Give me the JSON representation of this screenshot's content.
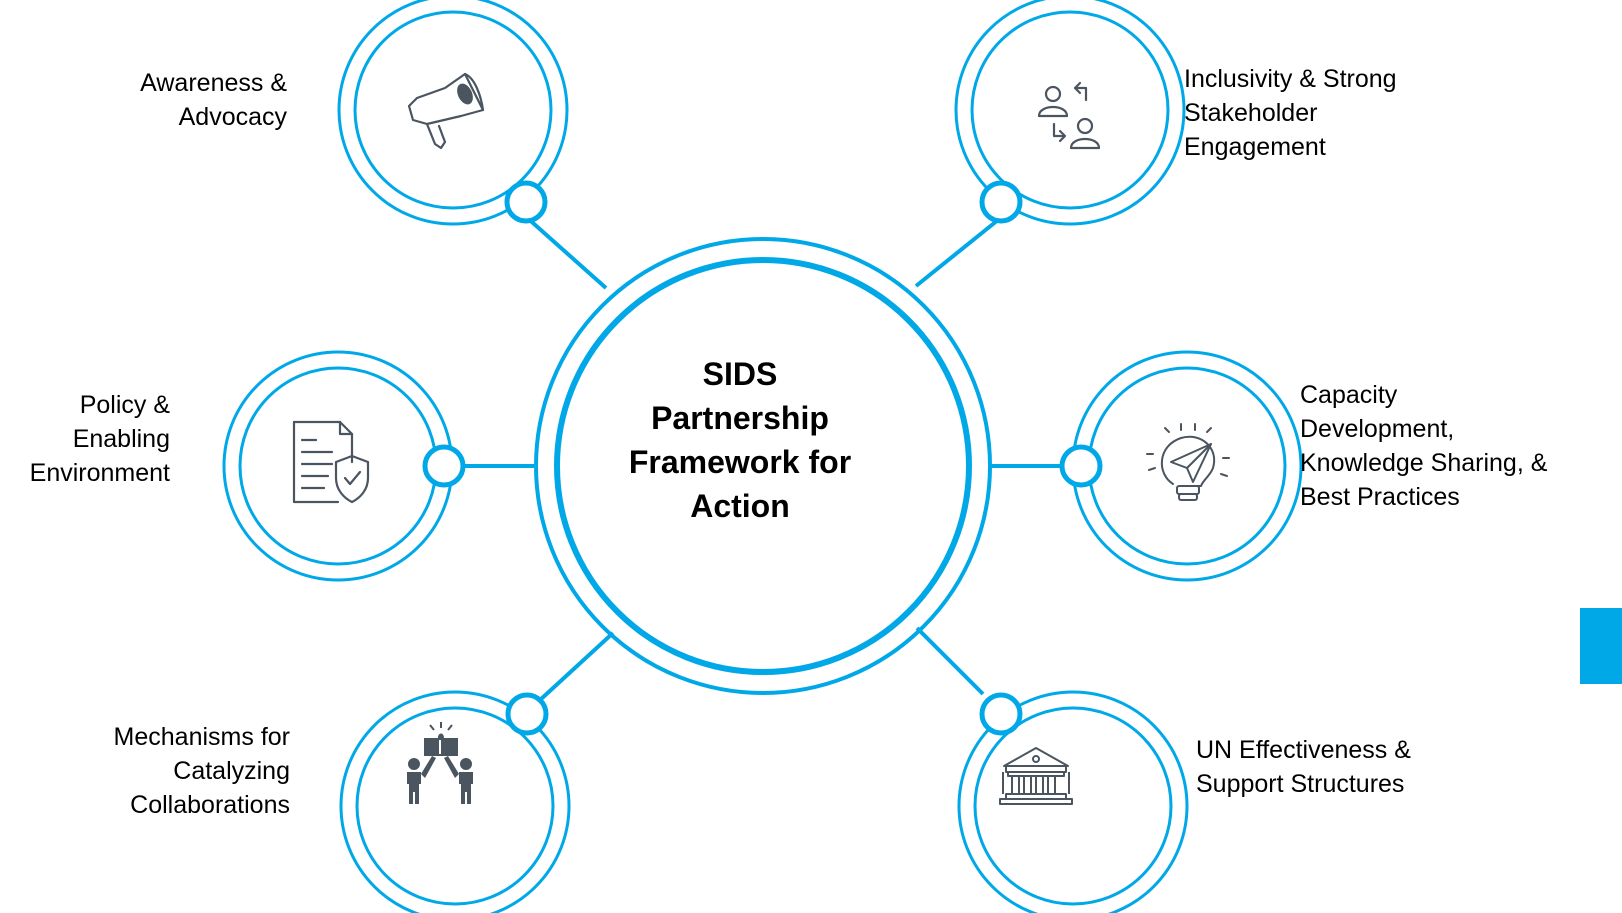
{
  "diagram": {
    "center": {
      "title_lines": [
        "SIDS",
        "Partnership",
        "Framework for",
        "Action"
      ]
    },
    "nodes": [
      {
        "id": "awareness",
        "icon": "megaphone-icon",
        "lines": [
          "Awareness &",
          "Advocacy"
        ]
      },
      {
        "id": "inclusivity",
        "icon": "stakeholder-exchange-icon",
        "lines": [
          "Inclusivity & Strong",
          "Stakeholder",
          "Engagement"
        ]
      },
      {
        "id": "policy",
        "icon": "policy-document-shield-icon",
        "lines": [
          "Policy &",
          "Enabling",
          "Environment"
        ]
      },
      {
        "id": "capacity",
        "icon": "lightbulb-paper-plane-icon",
        "lines": [
          "Capacity",
          "Development,",
          "Knowledge Sharing, &",
          "Best Practices"
        ]
      },
      {
        "id": "mechanisms",
        "icon": "people-puzzle-icon",
        "lines": [
          "Mechanisms for",
          "Catalyzing",
          "Collaborations"
        ]
      },
      {
        "id": "un",
        "icon": "institution-building-icon",
        "lines": [
          "UN Effectiveness &",
          "Support Structures"
        ]
      }
    ],
    "colors": {
      "accent": "#00A8E8",
      "icon": "#4A5560",
      "text": "#000000"
    }
  }
}
